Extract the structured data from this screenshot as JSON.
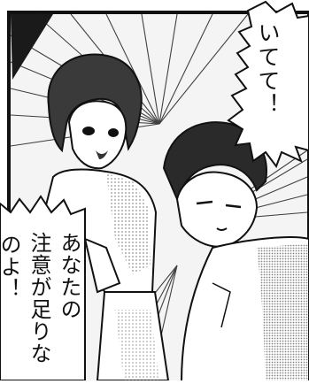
{
  "panel": {
    "bubble_right": "いてて！",
    "bubble_left_lines": [
      "あなたの",
      "注意が足りな",
      "のよ！"
    ]
  },
  "colors": {
    "ink": "#111111",
    "paper": "#ffffff",
    "tone": "#bdbdbd"
  }
}
